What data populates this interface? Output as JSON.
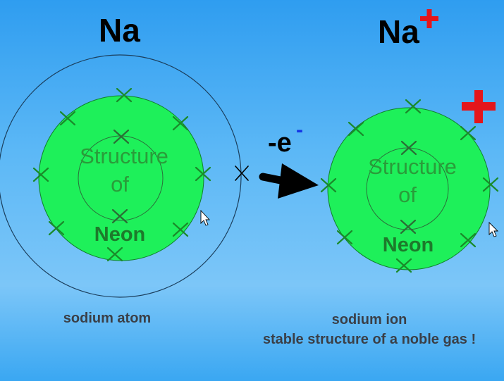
{
  "atom": {
    "symbol": "Na",
    "core_text_line1": "Structure",
    "core_text_line2": "of",
    "core_text_line3": "Neon",
    "caption": "sodium atom"
  },
  "ion": {
    "symbol": "Na",
    "charge": "+",
    "core_text_line1": "Structure",
    "core_text_line2": "of",
    "core_text_line3": "Neon",
    "caption_line1": "sodium ion",
    "caption_line2": "stable structure of a noble gas !"
  },
  "reaction": {
    "label": "-e",
    "electron_sign": "-"
  },
  "colors": {
    "neon_core": "#1ef05a",
    "core_text_light": "#2a9c3a",
    "core_text_bold": "#1d7a2b",
    "electron_green": "#1a8a2a",
    "outer_electron": "#000000",
    "charge_red": "#e4161b",
    "electron_sign_blue": "#1434e6"
  }
}
